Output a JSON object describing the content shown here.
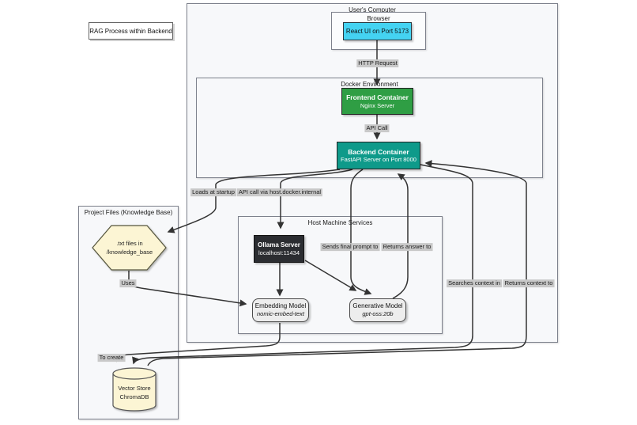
{
  "title_box": {
    "label": "RAG Process within Backend"
  },
  "containers": {
    "users_computer": {
      "label": "User's Computer"
    },
    "browser": {
      "label": "Browser"
    },
    "docker_env": {
      "label": "Docker Environment"
    },
    "host_services": {
      "label": "Host Machine Services"
    },
    "project_files": {
      "label": "Project Files (Knowledge Base)"
    }
  },
  "nodes": {
    "react_ui": {
      "label": "React UI on Port 5173",
      "color": "#44d3f2"
    },
    "frontend": {
      "title": "Frontend Container",
      "subtitle": "Nginx Server",
      "color": "#2f9e44"
    },
    "backend": {
      "title": "Backend Container",
      "subtitle": "FastAPI Server on Port 8000",
      "color": "#0e9a8a"
    },
    "ollama": {
      "title": "Ollama Server",
      "subtitle": "localhost:11434",
      "color": "#2b2d31"
    },
    "embedding": {
      "title": "Embedding Model",
      "subtitle": "nomic-embed-text",
      "color": "#ededed"
    },
    "generative": {
      "title": "Generative Model",
      "subtitle": "gpt-oss:20b",
      "color": "#ededed"
    },
    "knowledge_files": {
      "line1": ".txt files in",
      "line2": "/knowledge_base",
      "color": "#fcf5d4"
    },
    "vector_store": {
      "line1": "Vector Store",
      "line2": "ChromaDB",
      "color": "#fcf5d4"
    }
  },
  "edges": {
    "http_request": "HTTP Request",
    "api_call": "API Call",
    "loads_at_startup": "Loads at startup",
    "api_call_hdi": "API call via host.docker.internal",
    "sends_final_prompt": "Sends final prompt to",
    "returns_answer": "Returns answer to",
    "searches_context": "Searches context in",
    "returns_context": "Returns context to",
    "uses": "Uses",
    "to_create": "To create"
  },
  "colors": {
    "container_fill": "#f7f8fa",
    "container_border": "#7d818c",
    "edge_line": "#333333",
    "edge_label_bg": "#c9c9c9",
    "shape_yellow": "#fcf5d4"
  }
}
